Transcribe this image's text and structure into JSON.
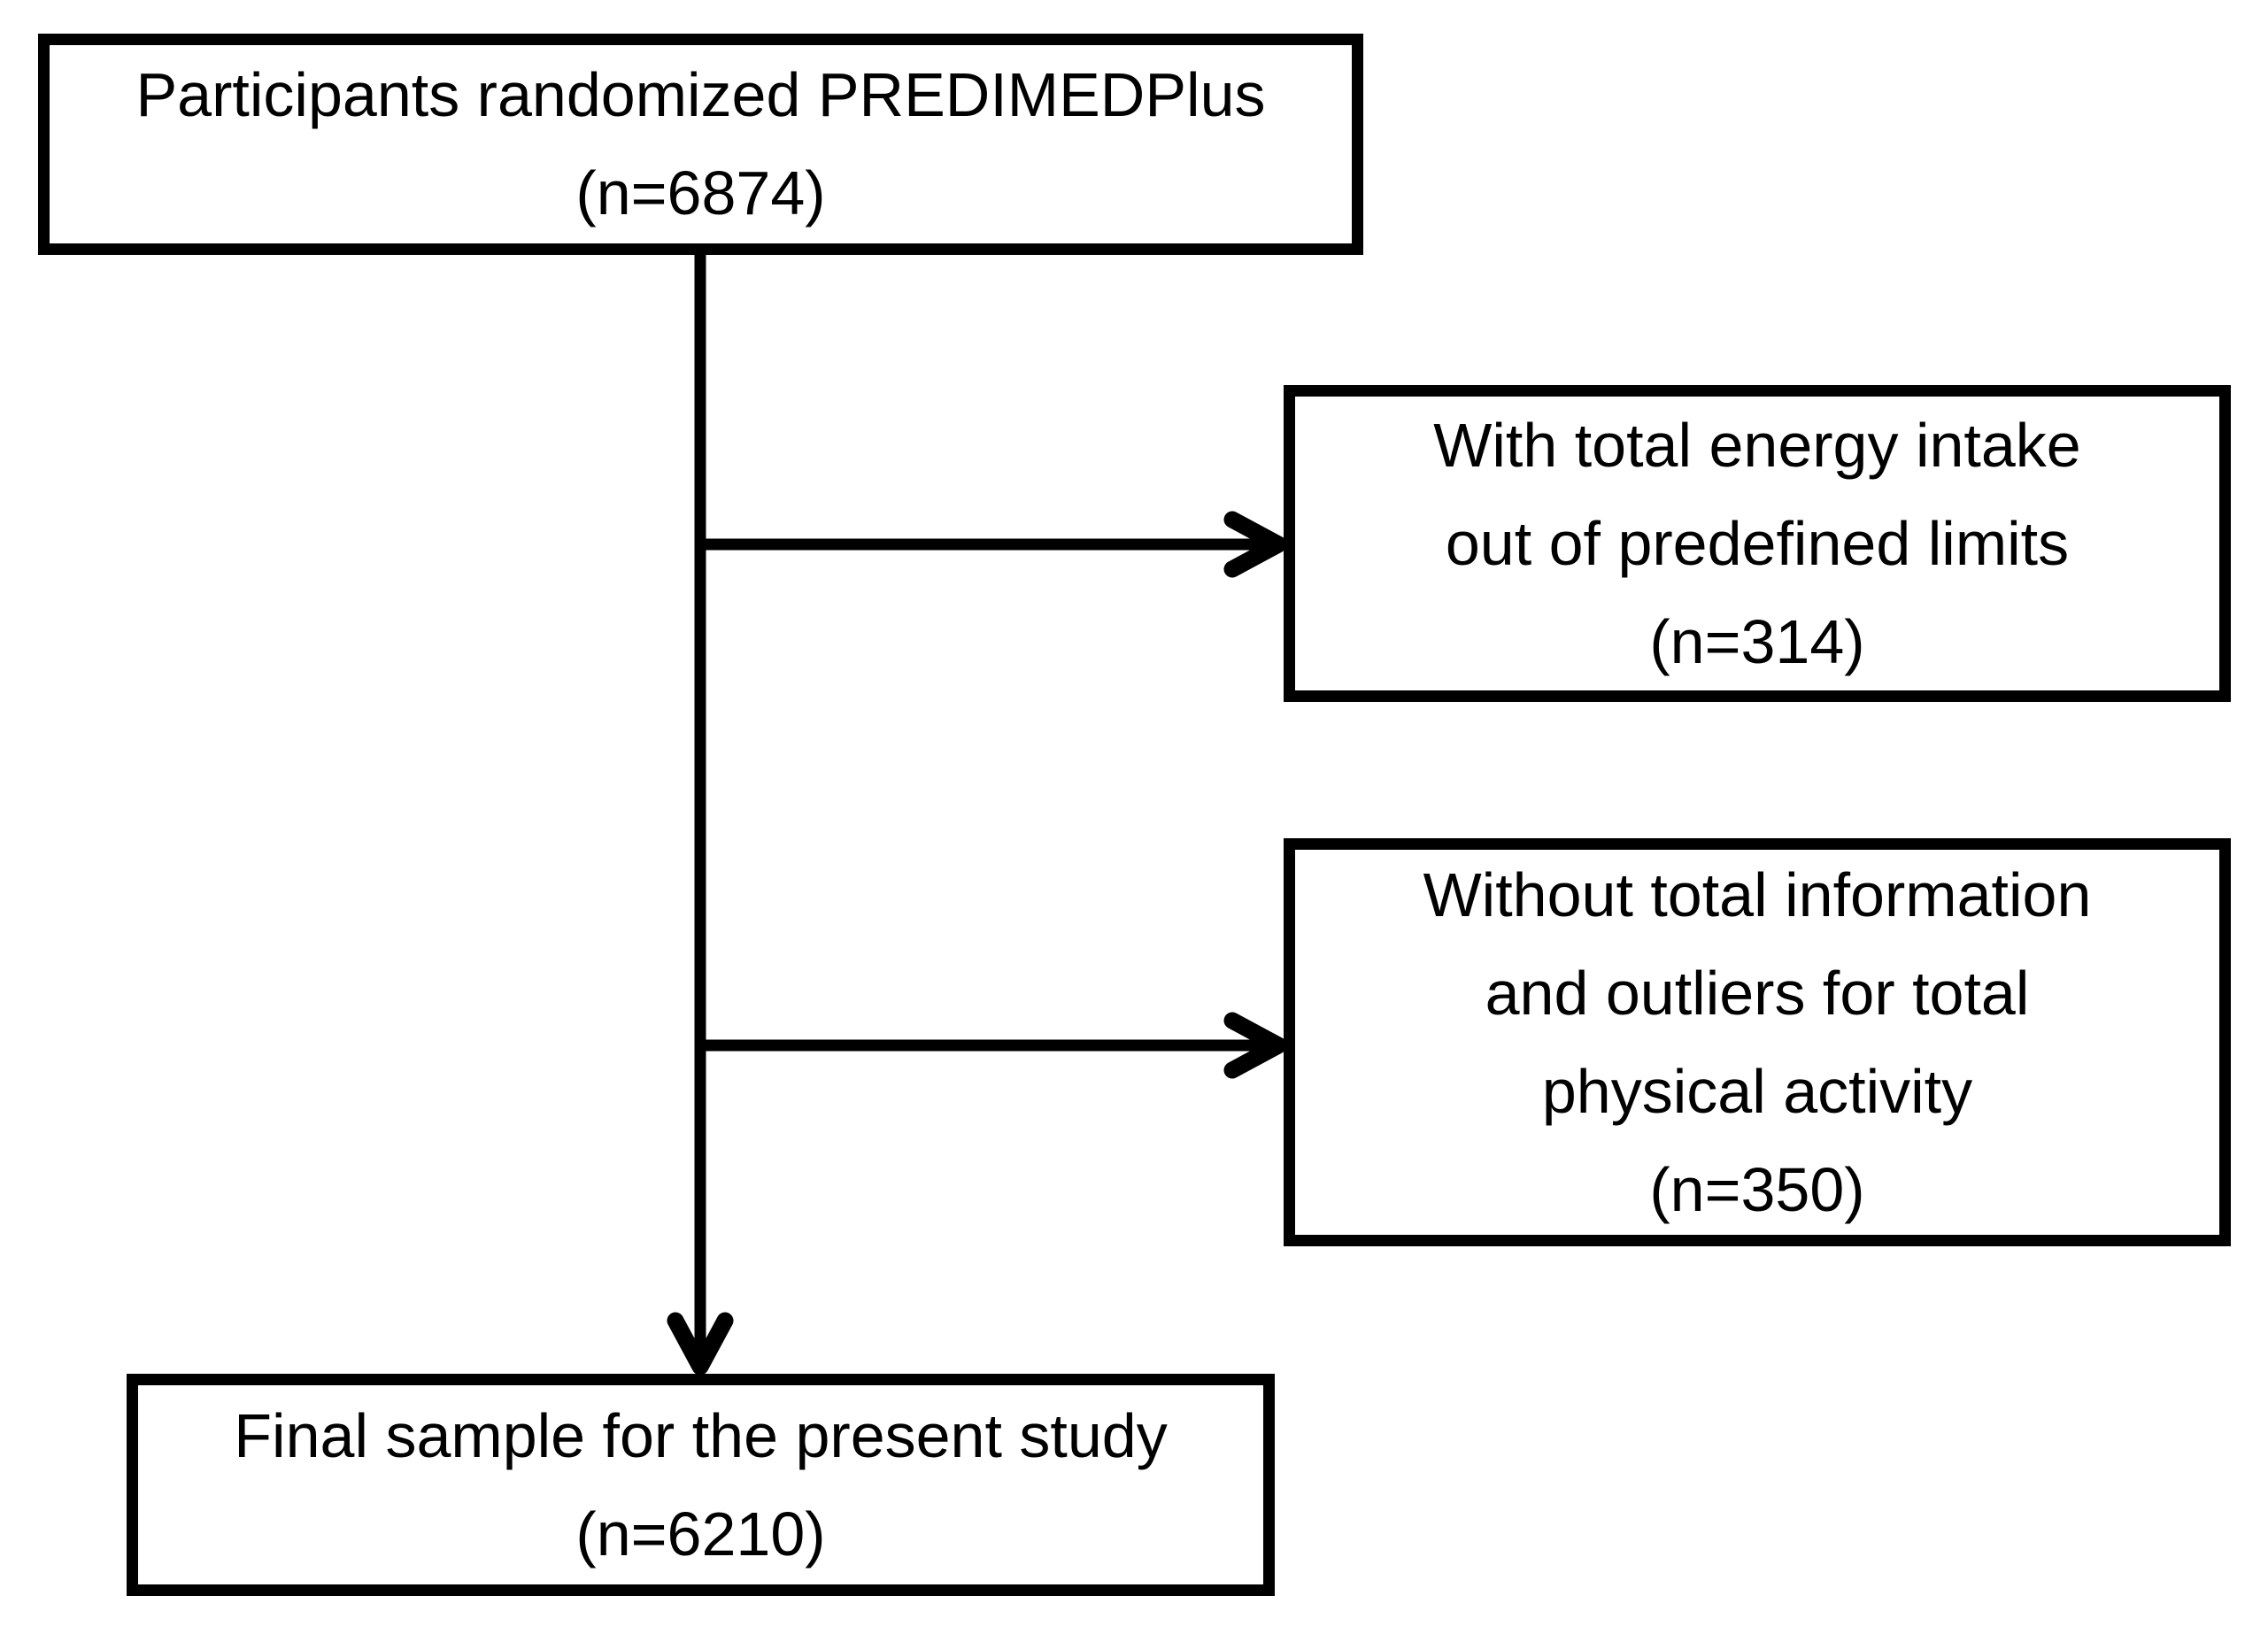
{
  "diagram": {
    "type": "flowchart",
    "colors": {
      "background": "#ffffff",
      "box_border": "#000000",
      "text": "#000000",
      "connector": "#000000"
    },
    "nodes": {
      "randomized": {
        "lines": [
          "Participants randomized PREDIMEDPlus",
          "(n=6874)"
        ]
      },
      "excluded_energy": {
        "lines": [
          "With total energy intake",
          "out of predefined limits",
          "(n=314)"
        ]
      },
      "excluded_activity": {
        "lines": [
          "Without total information",
          "and outliers for total",
          "physical activity",
          "(n=350)"
        ]
      },
      "final_sample": {
        "lines": [
          "Final sample for the present study",
          "(n=6210)"
        ]
      }
    },
    "edges": [
      {
        "from": "randomized",
        "to": "excluded_energy",
        "style": "arrow-right"
      },
      {
        "from": "randomized",
        "to": "excluded_activity",
        "style": "arrow-right"
      },
      {
        "from": "randomized",
        "to": "final_sample",
        "style": "arrow-down"
      }
    ]
  }
}
